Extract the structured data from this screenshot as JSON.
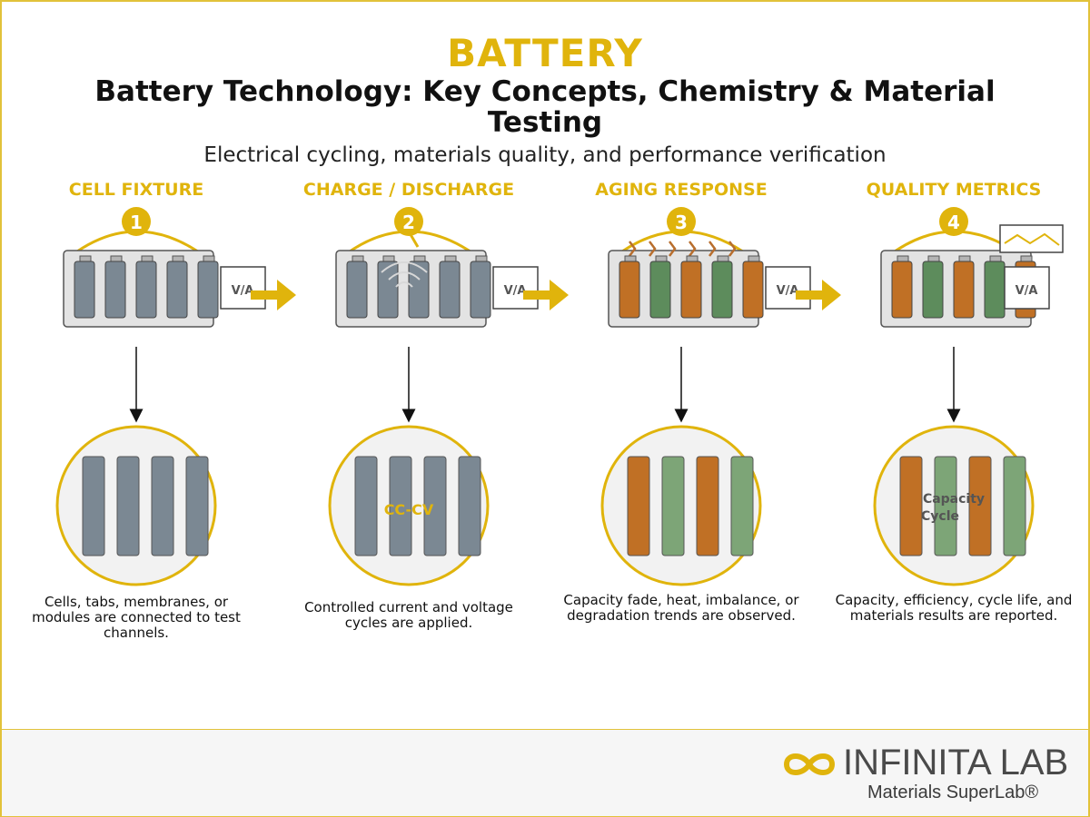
{
  "header": {
    "brand": "BATTERY",
    "title": "Battery Technology: Key Concepts, Chemistry & Material Testing",
    "subtitle": "Electrical cycling, materials quality, and performance verification"
  },
  "colors": {
    "accent": "#e0b40c",
    "frame": "#e2c23a",
    "cell_gray": "#7b8893",
    "cell_orange": "#c07025",
    "cell_green": "#5d8c5c",
    "cell_green_light": "#7da577"
  },
  "meter_label": "V/A",
  "stages": [
    {
      "number": "1",
      "title": "CELL FIXTURE",
      "caption": "Cells, tabs, membranes, or modules are connected to test channels.",
      "zoom_label": ""
    },
    {
      "number": "2",
      "title": "CHARGE / DISCHARGE",
      "caption": "Controlled current and voltage cycles are applied.",
      "zoom_label": "CC-CV"
    },
    {
      "number": "3",
      "title": "AGING RESPONSE",
      "caption": "Capacity fade, heat, imbalance, or degradation trends are observed.",
      "zoom_label": ""
    },
    {
      "number": "4",
      "title": "QUALITY METRICS",
      "caption": "Capacity, efficiency, cycle life, and materials results are reported.",
      "zoom_label_line1": "Capacity",
      "zoom_label_line2": "Cycle"
    }
  ],
  "footer": {
    "logo_name": "INFINITA LAB",
    "logo_tagline": "Materials SuperLab®",
    "logo_icon": "infinity-icon"
  }
}
